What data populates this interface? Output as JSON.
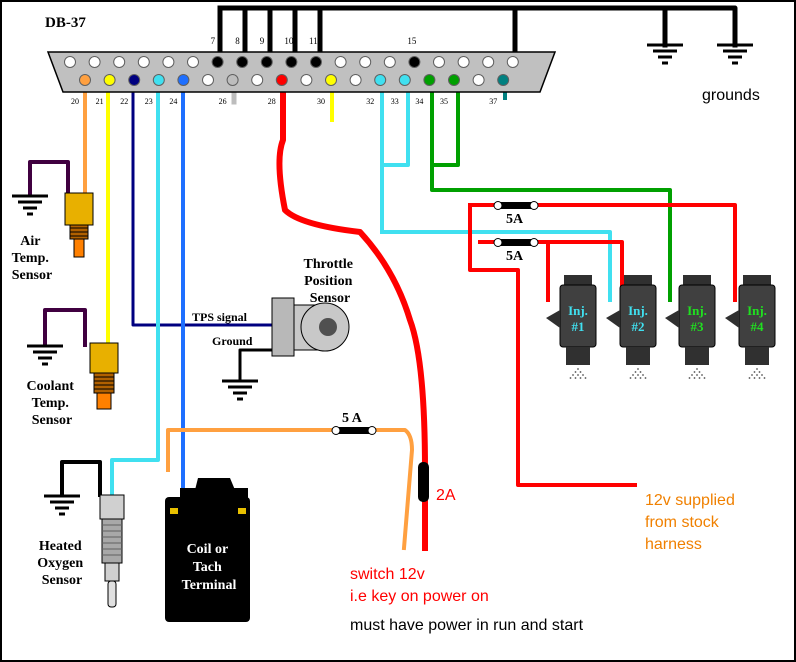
{
  "connector": {
    "title": "DB-37",
    "top_pins": [
      "7",
      "8",
      "9",
      "10",
      "11",
      "15"
    ],
    "bottom_pins": [
      "20",
      "21",
      "22",
      "23",
      "24",
      "26",
      "28",
      "30",
      "32",
      "33",
      "34",
      "35",
      "37"
    ]
  },
  "labels": {
    "grounds": "grounds",
    "air_temp": [
      "Air",
      "Temp.",
      "Sensor"
    ],
    "coolant_temp": [
      "Coolant",
      "Temp.",
      "Sensor"
    ],
    "oxygen": [
      "Heated",
      "Oxygen",
      "Sensor"
    ],
    "coil": [
      "Coil or",
      "Tach",
      "Terminal"
    ],
    "throttle": [
      "Throttle",
      "Position",
      "Sensor"
    ],
    "tps_signal": "TPS signal",
    "ground": "Ground",
    "fuse_5a_top": "5A",
    "fuse_5a_mid": "5A",
    "fuse_5a_coil": "5 A",
    "fuse_2a": "2A",
    "injectors": [
      "Inj. #1",
      "Inj. #2",
      "Inj. #3",
      "Inj. #4"
    ],
    "supply_12v": [
      "12v supplied",
      "from stock",
      "harness"
    ],
    "switch": [
      "switch 12v",
      "i.e key on power on"
    ],
    "run_start": "must have power in run and start"
  },
  "colors": {
    "black": "#000000",
    "red": "#ff0000",
    "orange": "#ffa040",
    "yellow": "#ffff00",
    "navy": "#000080",
    "cyan": "#40e0f0",
    "blue": "#1e6fff",
    "gray": "#bdbdbd",
    "green": "#00a000",
    "teal": "#008080",
    "purple": "#400040",
    "wire_text_red": "#ff0000",
    "wire_text_orange": "#f08000"
  }
}
